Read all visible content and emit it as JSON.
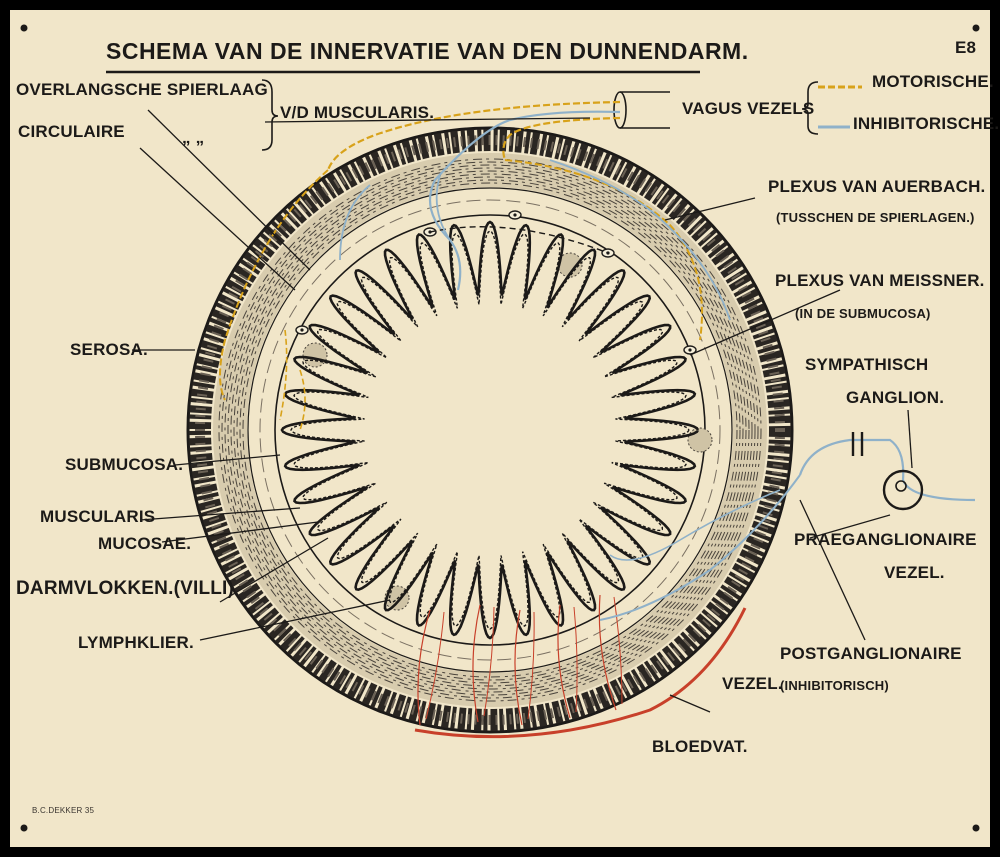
{
  "title": "SCHEMA VAN DE INNERVATIE VAN DEN DUNNENDARM.",
  "code": "E8",
  "labels": {
    "overlangsche": "OVERLANGSCHE SPIERLAAG",
    "circulaire": "CIRCULAIRE",
    "ditto": "„ „",
    "vd_musc": "V/D MUSCULARIS.",
    "vagus": "VAGUS VEZELS",
    "motorische": "MOTORISCHE.",
    "inhibitorische": "INHIBITORISCHE.",
    "auerbach1": "PLEXUS VAN AUERBACH.",
    "auerbach2": "(TUSSCHEN DE SPIERLAGEN.)",
    "meissner1": "PLEXUS VAN MEISSNER.",
    "meissner2": "(IN DE SUBMUCOSA)",
    "symp1": "SYMPATHISCH",
    "symp2": "GANGLION.",
    "serosa": "SEROSA.",
    "submucosa": "SUBMUCOSA.",
    "musc_mucosae1": "MUSCULARIS",
    "musc_mucosae2": "MUCOSAE.",
    "villi": "DARMVLOKKEN.(VILLI)",
    "lymph": "LYMPHKLIER.",
    "praegang1": "PRAEGANGLIONAIRE",
    "praegang2": "VEZEL.",
    "postgang1": "POSTGANGLIONAIRE",
    "postgang2": "VEZEL.",
    "postgang3": "(INHIBITORISCH)",
    "bloedvat": "BLOEDVAT.",
    "signature": "B.C.DEKKER 35"
  },
  "colors": {
    "paper": "#f1e6c9",
    "ink": "#1c1a18",
    "motor": "#d8a21a",
    "inhib": "#8fb1c9",
    "blood": "#c8402a"
  }
}
